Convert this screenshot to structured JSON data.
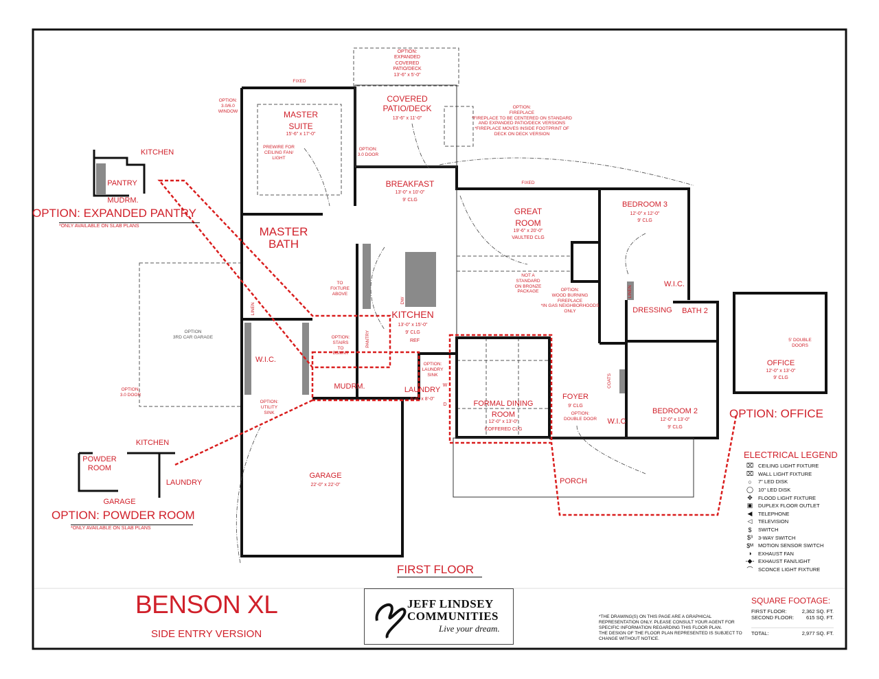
{
  "sheet": {
    "floor_label": "FIRST FLOOR",
    "plan_name": "BENSON XL",
    "version": "SIDE ENTRY VERSION"
  },
  "rooms": {
    "expanded_patio": "OPTION:\nEXPANDED\nCOVERED\nPATIO/DECK\n13'-6\" x 5'-0\"",
    "covered_patio": {
      "name": "COVERED\nPATIO/DECK",
      "dims": "13'-6\" x 11'-0\""
    },
    "master_suite": {
      "name": "MASTER\nSUITE",
      "dims": "15'-6\" x 17'-0\"",
      "note": "PREWIRE FOR\nCEILING FAN/\nLIGHT",
      "fixed": "FIXED",
      "window_option": "OPTION:\n3.0/6.0\nWINDOW",
      "door_option": "OPTION:\n3.0 DOOR"
    },
    "fireplace_option": "OPTION:\nFIREPLACE\n*FIREPLACE TO BE CENTERED ON STANDARD\nAND EXPANDED PATIO/DECK VERSIONS\n*FIREPLACE MOVES INSIDE FOOTPRINT OF\nDECK ON DECK VERSION",
    "breakfast": {
      "name": "BREAKFAST",
      "dims": "13'-0\" x 10'-0\"",
      "clg": "9' CLG"
    },
    "great_room": {
      "name": "GREAT\nROOM",
      "dims": "19'-6\" x 20'-0\"",
      "clg": "VAULTED CLG",
      "fixed": "FIXED",
      "fan_note": "NOT A\nSTANDARD\nON BRONZE\nPACKAGE",
      "fireplace_note": "OPTION:\nWOOD BURNING\nFIREPLACE\n*IN GAS NEIGHBORHOODS\nONLY"
    },
    "bedroom3": {
      "name": "BEDROOM 3",
      "dims": "12'-0\" x 12'-0\"",
      "clg": "9' CLG",
      "wic": "W.I.C.",
      "linen": "LINEN"
    },
    "dressing": "DRESSING",
    "bath2": "BATH 2",
    "office": {
      "name": "OFFICE",
      "dims": "12'-0\" x 13'-0\"",
      "clg": "9' CLG",
      "doors": "5' DOUBLE\nDOORS",
      "option_title": "OPTION: OFFICE"
    },
    "master_bath": "MASTER\nBATH",
    "stairs": {
      "fixture": "TO\nFIXTURE\nABOVE",
      "option": "OPTION:\nSTAIRS\nTO\nBSMNT"
    },
    "kitchen": {
      "name": "KITCHEN",
      "dims": "13'-0\" x 15'-0\"",
      "clg": "9' CLG",
      "ref": "REF",
      "dw": "DW",
      "pantry": "PANTRY"
    },
    "master_wic": {
      "name": "W.I.C.",
      "linen": "LINEN"
    },
    "mudroom": "MUDRM.",
    "laundry": {
      "name": "LAUNDRY",
      "dims": "6'-6\" x 8'-0\"",
      "sink_option": "OPTION:\nLAUNDRY\nSINK",
      "washer": "W",
      "dryer": "D"
    },
    "utility_sink": "OPTION:\nUTILITY\nSINK",
    "third_garage": "OPTION\n3RD CAR GARAGE",
    "garage_door_option": "OPTION:\n3.0 DOOR",
    "garage": {
      "name": "GARAGE",
      "dims": "22'-0\" x 22'-0\""
    },
    "dining": {
      "name": "FORMAL DINING\nROOM",
      "dims": "12'-0\" x 13'-0\"",
      "clg": "COFFERED CLG"
    },
    "foyer": {
      "name": "FOYER",
      "clg": "9' CLG",
      "door_option": "OPTION:\nDOUBLE DOOR"
    },
    "coats": "COATS",
    "bed2_wic": "W.I.C",
    "bedroom2": {
      "name": "BEDROOM 2",
      "dims": "12'-0\" x 13'-0\"",
      "clg": "9' CLG"
    },
    "porch": "PORCH"
  },
  "insets": {
    "pantry": {
      "kitchen": "KITCHEN",
      "pantry": "PANTRY",
      "mudroom": "MUDRM.",
      "title": "OPTION: EXPANDED PANTRY",
      "note": "*ONLY AVAILABLE ON SLAB PLANS"
    },
    "powder": {
      "kitchen": "KITCHEN",
      "powder": "POWDER\nROOM",
      "laundry": "LAUNDRY",
      "garage": "GARAGE",
      "title": "OPTION: POWDER ROOM",
      "note": "*ONLY AVAILABLE ON SLAB PLANS"
    }
  },
  "legend": {
    "title": "ELECTRICAL LEGEND",
    "items": [
      {
        "icon": "ceiling-light",
        "glyph": "⌧",
        "label": "CEILING LIGHT FIXTURE"
      },
      {
        "icon": "wall-light",
        "glyph": "⌧",
        "label": "WALL LIGHT FIXTURE"
      },
      {
        "icon": "led-7",
        "glyph": "○",
        "label": "7\" LED DISK"
      },
      {
        "icon": "led-10",
        "glyph": "◯",
        "label": "10\" LED DISK"
      },
      {
        "icon": "flood-light",
        "glyph": "✥",
        "label": "FLOOD LIGHT FIXTURE"
      },
      {
        "icon": "floor-outlet",
        "glyph": "▣",
        "label": "DUPLEX FLOOR OUTLET"
      },
      {
        "icon": "telephone",
        "glyph": "◀",
        "label": "TELEPHONE"
      },
      {
        "icon": "television",
        "glyph": "◁",
        "label": "TELEVISION"
      },
      {
        "icon": "switch",
        "glyph": "$",
        "label": "SWITCH"
      },
      {
        "icon": "three-way-switch",
        "glyph": "$³",
        "label": "3-WAY SWITCH"
      },
      {
        "icon": "motion-switch",
        "glyph": "$ᴹ",
        "label": "MOTION SENSOR SWITCH"
      },
      {
        "icon": "exhaust-fan",
        "glyph": "◑",
        "label": "EXHAUST FAN"
      },
      {
        "icon": "exhaust-fan-light",
        "glyph": "-◆-",
        "label": "EXHAUST FAN/LIGHT"
      },
      {
        "icon": "sconce",
        "glyph": "⌒",
        "label": "SCONCE LIGHT FIXTURE"
      }
    ]
  },
  "square_footage": {
    "title": "SQUARE FOOTAGE:",
    "rows": [
      {
        "label": "FIRST FLOOR:",
        "value": "2,362 SQ. FT."
      },
      {
        "label": "SECOND FLOOR:",
        "value": "615 SQ. FT."
      },
      {
        "label": "TOTAL:",
        "value": "2,977 SQ. FT."
      }
    ]
  },
  "logo": {
    "line1": "JEFF LINDSEY",
    "line2": "COMMUNITIES",
    "tagline": "Live your dream."
  },
  "disclaimer": "*THE DRAWING(S) ON THIS PAGE ARE A GRAPHICAL\nREPRESENTATION ONLY. PLEASE CONSULT YOUR AGENT FOR\nSPECIFIC INFORMATION REGARDING THIS FLOOR PLAN.\nTHE DESIGN OF THE FLOOR PLAN REPRESENTED IS SUBJECT TO\nCHANGE WITHOUT NOTICE.",
  "colors": {
    "accent": "#d0202a",
    "wall": "#111111",
    "fill": "#8a8a8a"
  }
}
